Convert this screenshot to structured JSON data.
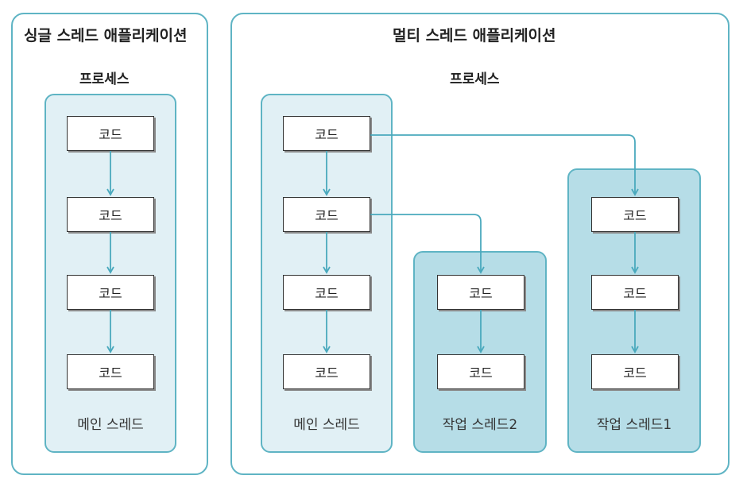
{
  "single": {
    "title": "싱글 스레드 애플리케이션",
    "process": "프로세스",
    "main_thread": {
      "label": "메인 스레드",
      "codes": [
        "코드",
        "코드",
        "코드",
        "코드"
      ]
    }
  },
  "multi": {
    "title": "멀티 스레드 애플리케이션",
    "process": "프로세스",
    "main_thread": {
      "label": "메인 스레드",
      "codes": [
        "코드",
        "코드",
        "코드",
        "코드"
      ]
    },
    "worker2": {
      "label": "작업 스레드2",
      "codes": [
        "코드",
        "코드"
      ]
    },
    "worker1": {
      "label": "작업 스레드1",
      "codes": [
        "코드",
        "코드",
        "코드"
      ]
    }
  },
  "colors": {
    "border": "#5fb4c4",
    "main_fill": "#e1f0f5",
    "worker_fill": "#b6dde7",
    "arrow": "#4aa9bd"
  }
}
